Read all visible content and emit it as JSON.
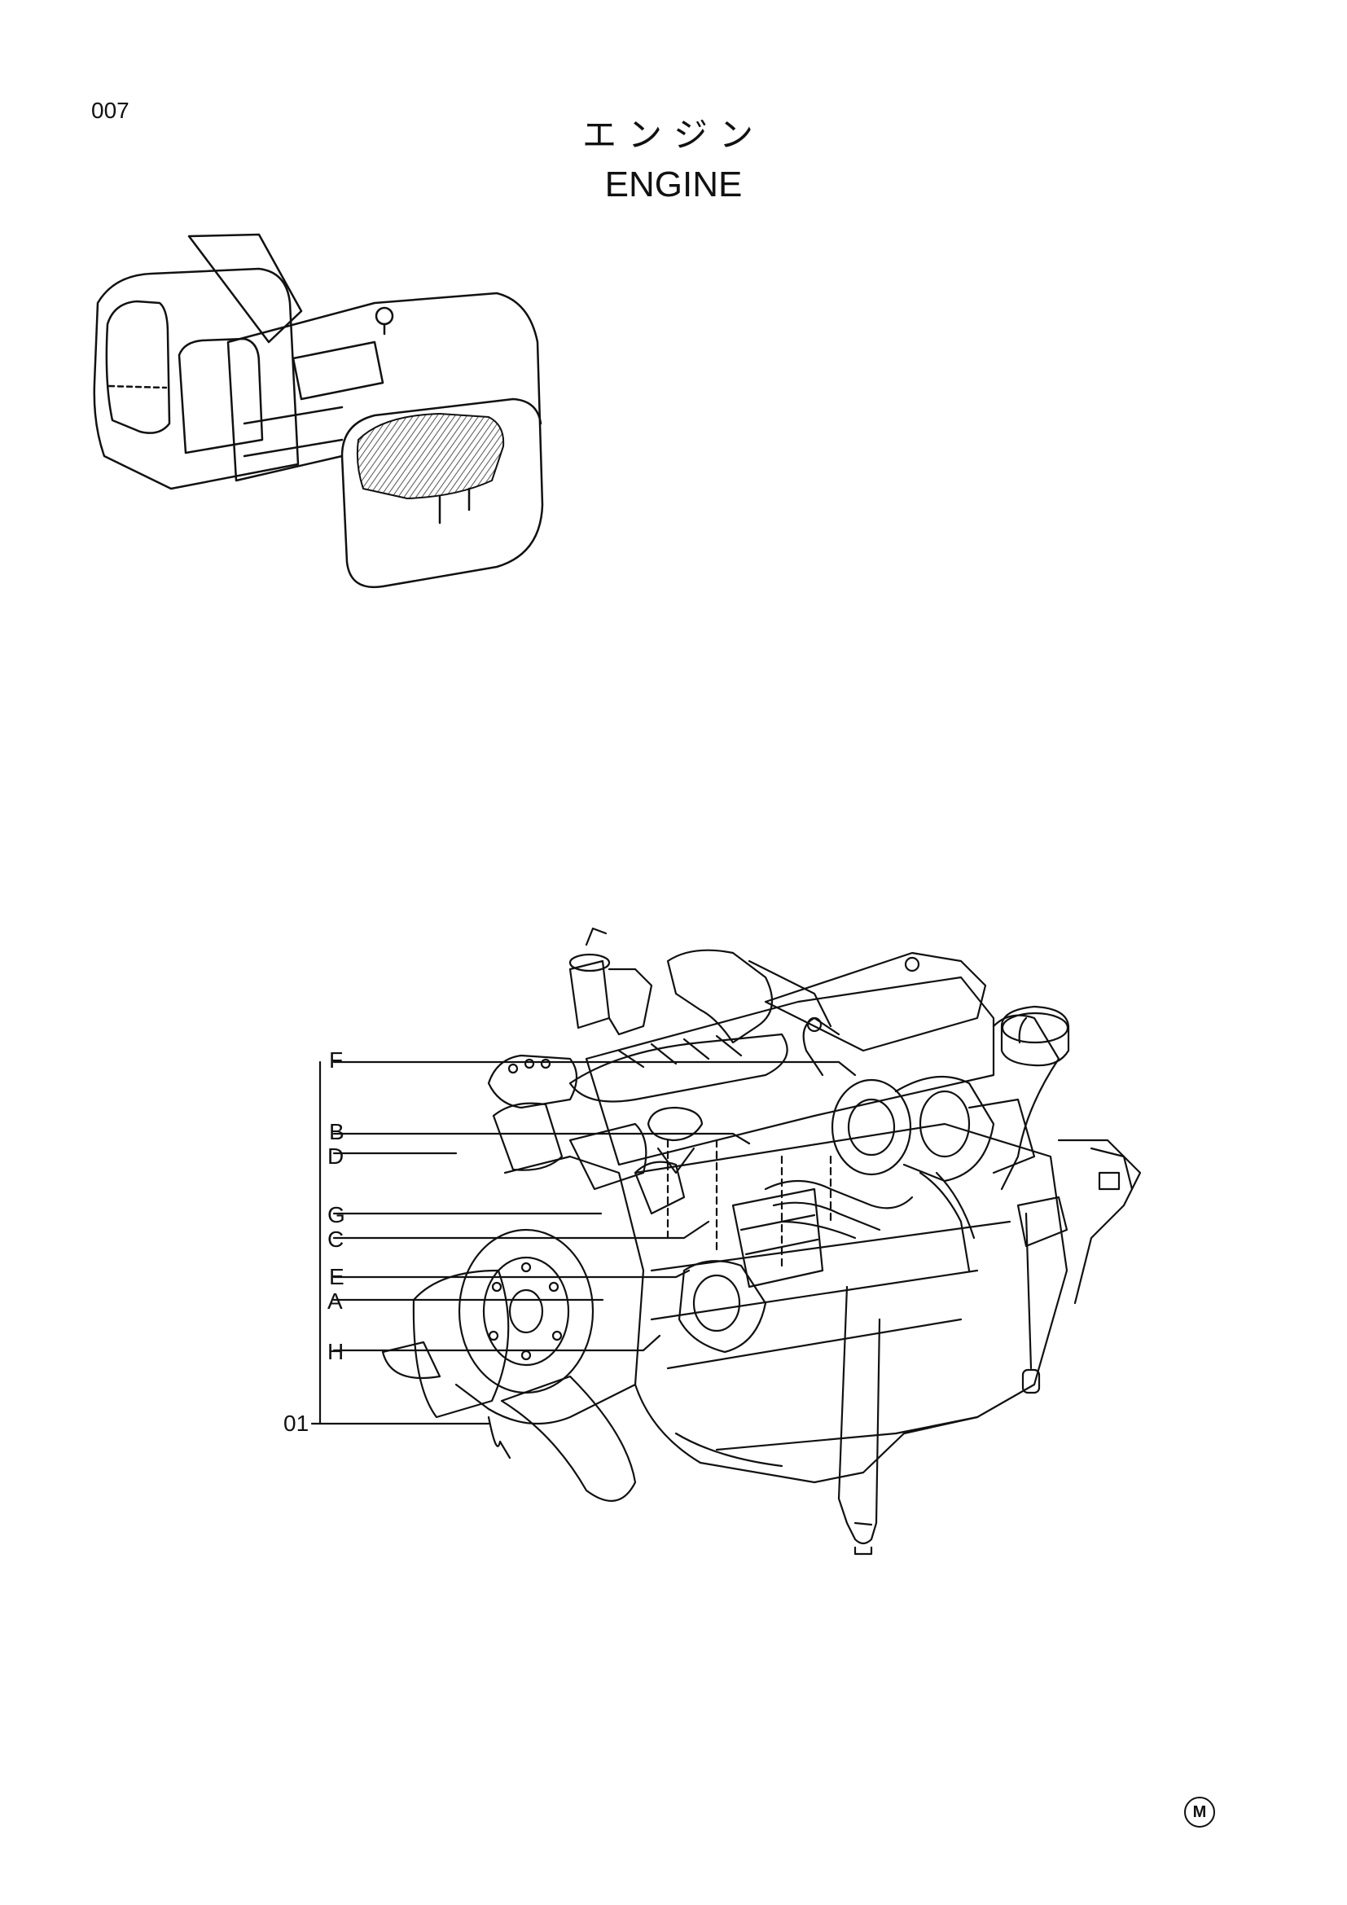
{
  "header": {
    "page_number": "007",
    "title_jp": "エンジン",
    "title_en": "ENGINE"
  },
  "callouts": [
    {
      "id": "F",
      "label": "F"
    },
    {
      "id": "B",
      "label": "B"
    },
    {
      "id": "D",
      "label": "D"
    },
    {
      "id": "G",
      "label": "G"
    },
    {
      "id": "C",
      "label": "C"
    },
    {
      "id": "E",
      "label": "E"
    },
    {
      "id": "A",
      "label": "A"
    },
    {
      "id": "H",
      "label": "H"
    }
  ],
  "assembly_number": "01",
  "footer": {
    "mark": "M"
  },
  "colors": {
    "ink": "#111111",
    "background": "#ffffff",
    "hatch": "#888888"
  }
}
